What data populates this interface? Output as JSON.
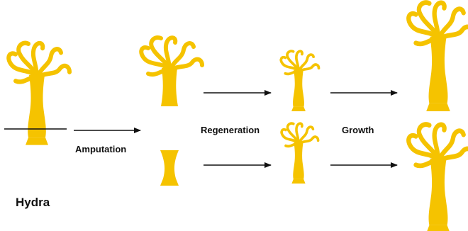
{
  "labels": {
    "amputation": "Amputation",
    "regeneration": "Regeneration",
    "growth": "Growth",
    "organism": "Hydra"
  },
  "colors": {
    "hydra_body": "#F5C300",
    "arrow": "#111111",
    "cut_line": "#111111"
  },
  "figures": [
    "hydra-original",
    "hydra-head-fragment",
    "hydra-foot-fragment",
    "hydra-regenerated-small-top",
    "hydra-regenerated-small-bottom",
    "hydra-grown-top",
    "hydra-grown-bottom"
  ],
  "stages": [
    "Amputation",
    "Regeneration",
    "Growth"
  ]
}
